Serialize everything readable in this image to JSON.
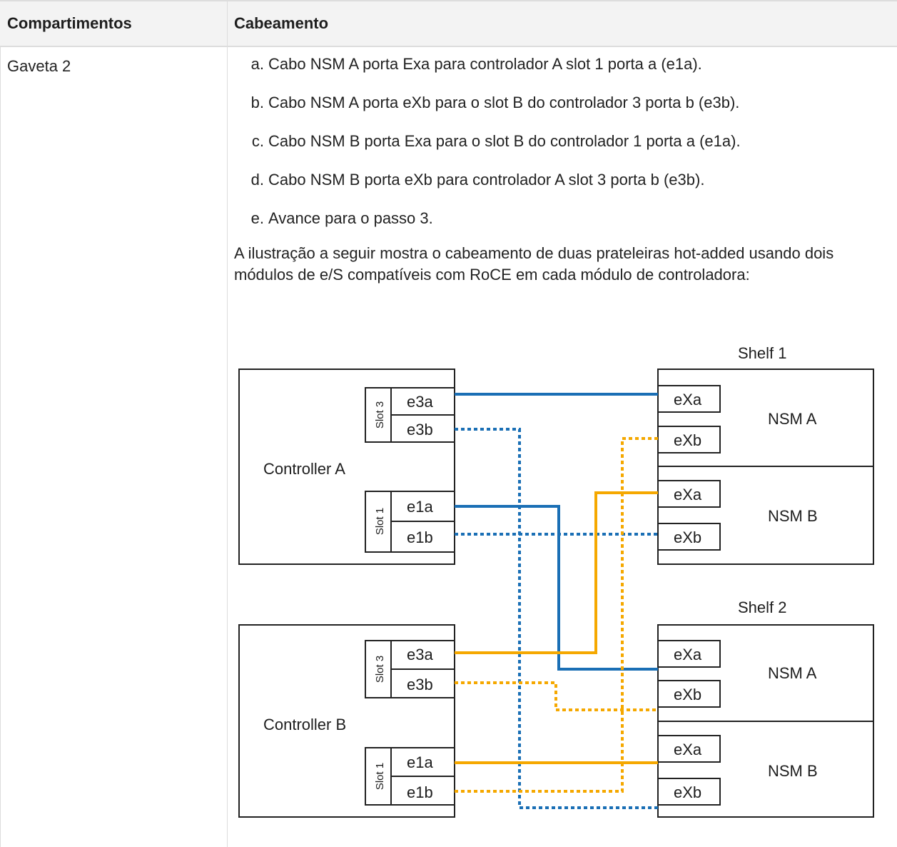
{
  "table": {
    "headers": [
      "Compartimentos",
      "Cabeamento"
    ],
    "row_label": "Gaveta 2",
    "steps": [
      {
        "marker": "a.",
        "text": "Cabo NSM A porta Exa para controlador A slot 1 porta a (e1a)."
      },
      {
        "marker": "b.",
        "text": "Cabo NSM A porta eXb para o slot B do controlador 3 porta b (e3b)."
      },
      {
        "marker": "c.",
        "text": "Cabo NSM B porta Exa para o slot B do controlador 1 porta a (e1a)."
      },
      {
        "marker": "d.",
        "text": "Cabo NSM B porta eXb para controlador A slot 3 porta b (e3b)."
      },
      {
        "marker": "e.",
        "text": "Avance para o passo 3."
      }
    ],
    "paragraph": "A ilustração a seguir mostra o cabeamento de duas prateleiras hot-added usando dois módulos de e/S compatíveis com RoCE em cada módulo de controladora:"
  },
  "diagram": {
    "controller_a": "Controller A",
    "controller_b": "Controller B",
    "slot3": "Slot 3",
    "slot1": "Slot 1",
    "ports": {
      "e3a": "e3a",
      "e3b": "e3b",
      "e1a": "e1a",
      "e1b": "e1b"
    },
    "shelf1": "Shelf 1",
    "shelf2": "Shelf 2",
    "nsm_a": "NSM A",
    "nsm_b": "NSM B",
    "exa": "eXa",
    "exb": "eXb",
    "colors": {
      "blue": "#1a6fb5",
      "orange": "#f5a800"
    }
  }
}
